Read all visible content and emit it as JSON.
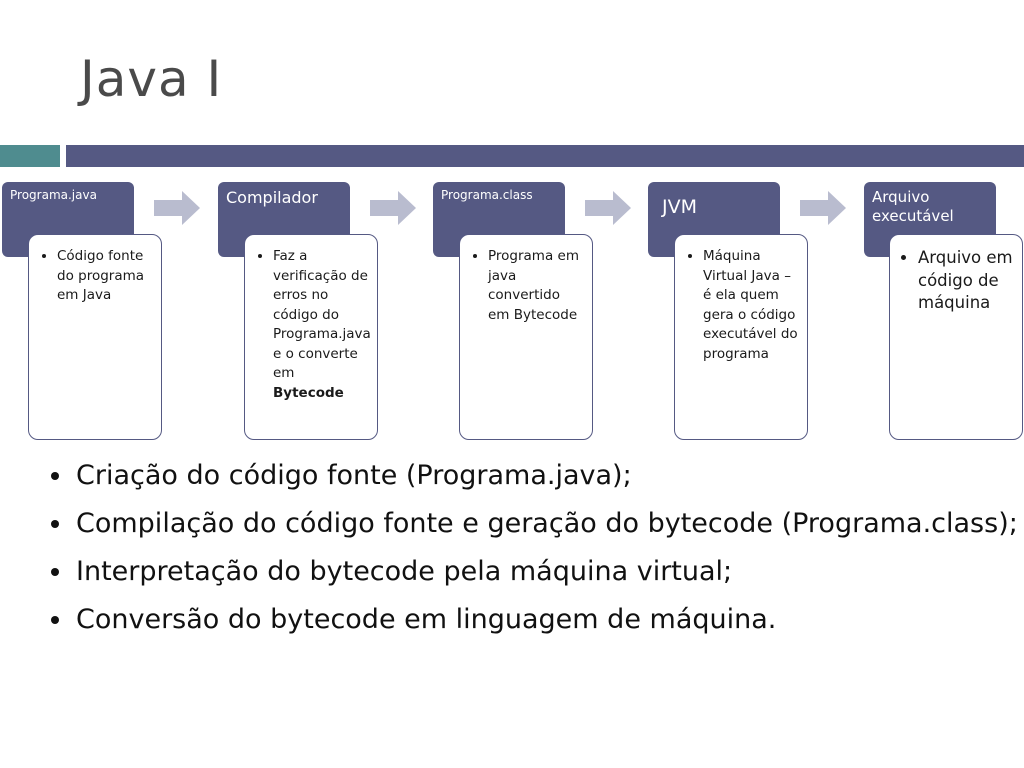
{
  "slide": {
    "title": "Java I",
    "bullets": [
      "Criação do código fonte (Programa.java);",
      "Compilação do código fonte e geração do bytecode (Programa.class);",
      "Interpretação do bytecode pela máquina virtual;",
      "Conversão do bytecode em linguagem de máquina."
    ]
  },
  "diagram": {
    "steps": [
      {
        "header": "Programa.java",
        "text": "Código fonte do programa em Java"
      },
      {
        "header": "Compilador",
        "text_pre": "Faz a verificação de erros no código do Programa.java e o converte em",
        "text_bold": "Bytecode"
      },
      {
        "header": "Programa.class",
        "text": "Programa em java convertido em Bytecode"
      },
      {
        "header": "JVM",
        "text": "Máquina Virtual Java – é ela quem gera o código executável do programa"
      },
      {
        "header": "Arquivo executável",
        "text": "Arquivo em código de máquina"
      }
    ]
  },
  "colors": {
    "header_fill": "#555983",
    "accent_teal": "#4f8c8f",
    "arrow": "#b9bccf"
  }
}
